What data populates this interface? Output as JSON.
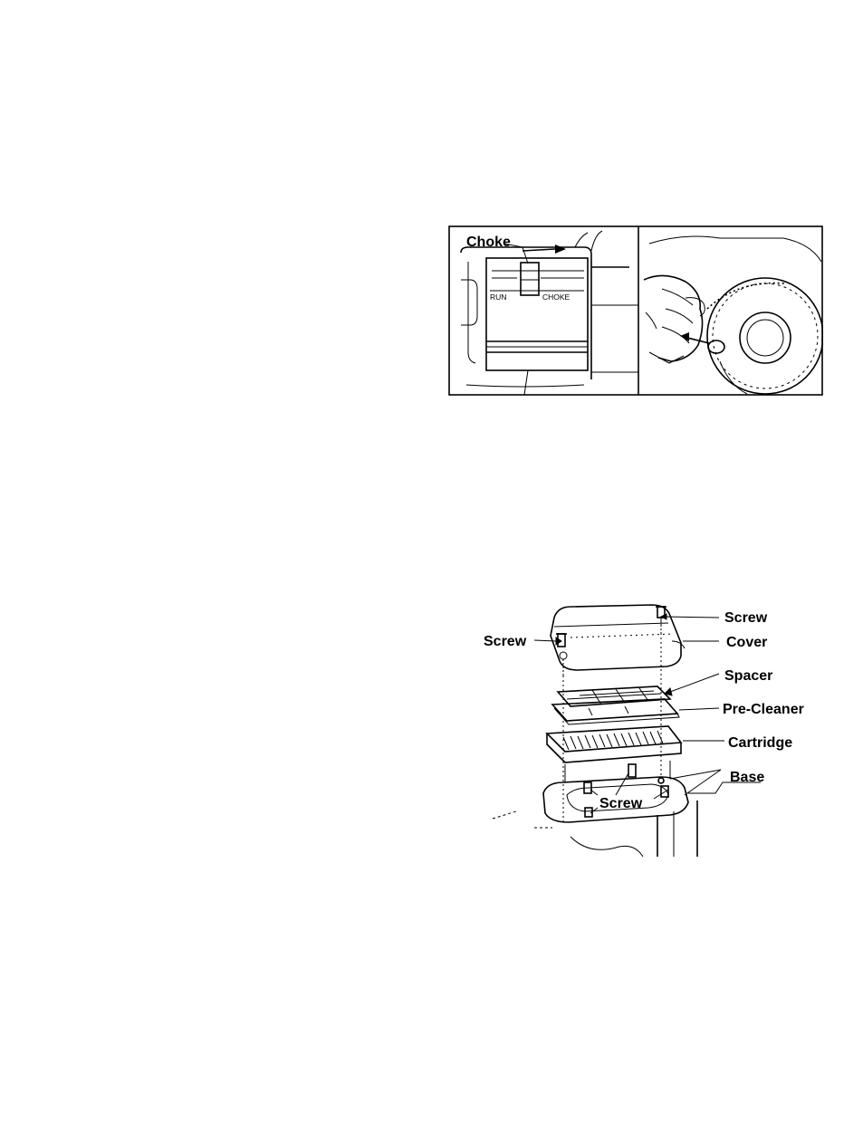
{
  "choke_figure": {
    "choke_label": "Choke",
    "run_label": "RUN",
    "choke_position_label": "CHOKE"
  },
  "air_cleaner_figure": {
    "labels": {
      "screw_top": "Screw",
      "screw_left": "Screw",
      "cover": "Cover",
      "spacer": "Spacer",
      "pre_cleaner": "Pre-Cleaner",
      "cartridge": "Cartridge",
      "base": "Base",
      "screw_bottom": "Screw"
    }
  }
}
